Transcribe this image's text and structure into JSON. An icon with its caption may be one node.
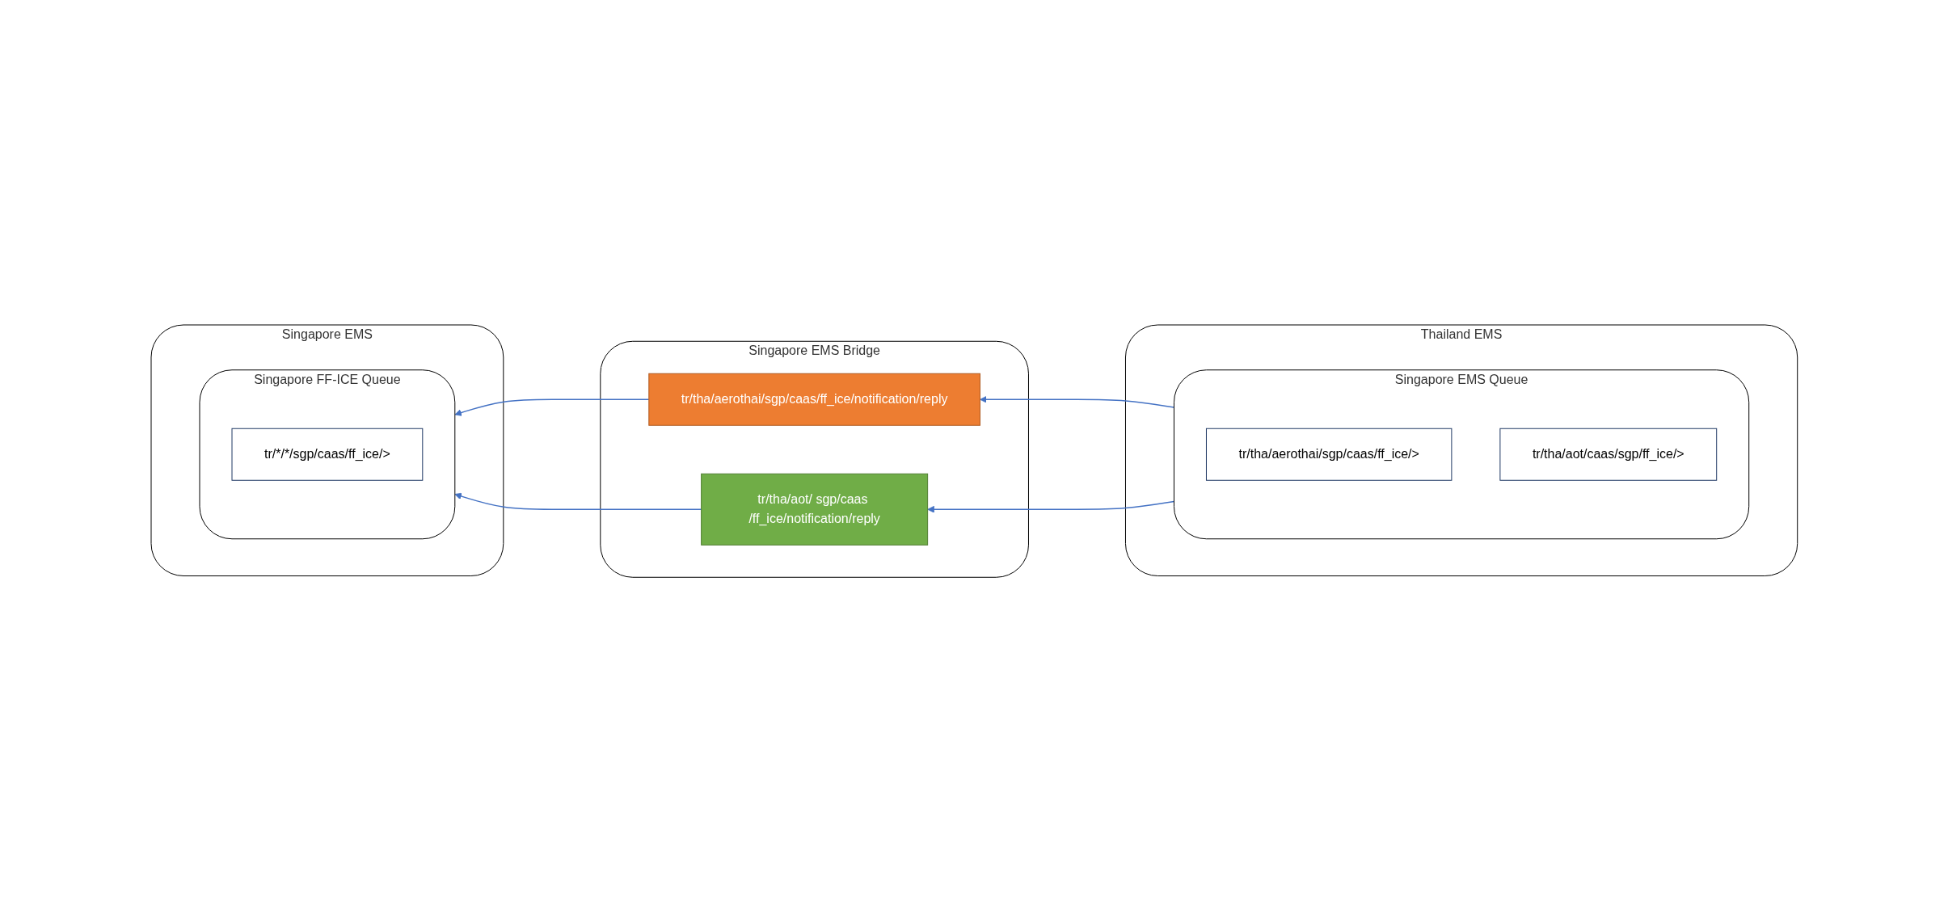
{
  "diagram": {
    "nodes": [
      {
        "text": [
          "Singapore EMS"
        ]
      },
      {
        "text": [
          "Singapore FF-ICE Queue"
        ],
        "in": 0
      },
      {
        "text": [
          "tr/*/*/sgp/caas/ff_ice/>"
        ],
        "in": 1
      },
      {
        "text": [
          "Singapore EMS Bridge"
        ]
      },
      {
        "text": [
          "tr/tha/aerothai/sgp/caas/ff_ice/notification/reply"
        ],
        "in": 3
      },
      {
        "text": [
          "tr/tha/aot/ sgp/caas /ff_ice/notification/reply"
        ],
        "in": 3
      },
      {
        "text": [
          "Thailand EMS"
        ]
      },
      {
        "text": [
          "Singapore EMS Queue"
        ],
        "in": 6
      },
      {
        "text": [
          "tr/tha/aerothai/sgp/caas/ff_ice/>"
        ],
        "in": 7
      },
      {
        "text": [
          "tr/tha/aot/caas/sgp/ff_ice/>"
        ],
        "in": 7
      }
    ],
    "edges": [
      {
        "from": 4,
        "to": 1,
        "arrow": "to",
        "color": "#4472c4"
      },
      {
        "from": 5,
        "to": 1,
        "arrow": "to",
        "color": "#4472c4"
      },
      {
        "from": 7,
        "to": 4,
        "arrow": "to",
        "color": "#4472c4"
      },
      {
        "from": 7,
        "to": 5,
        "arrow": "to",
        "color": "#4472c4"
      }
    ]
  }
}
